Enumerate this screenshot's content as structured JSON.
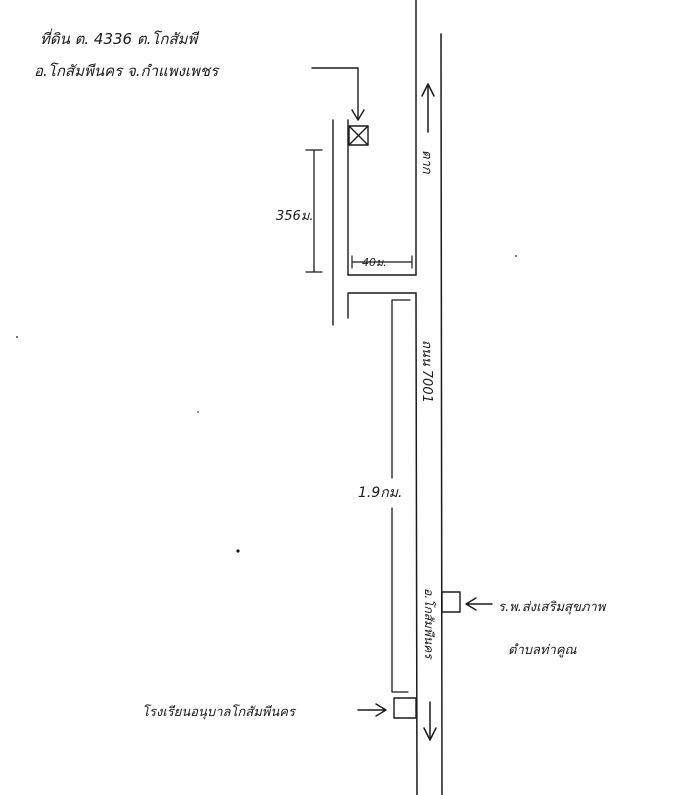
{
  "deed_note": {
    "line1": "ที่ดิน ต. 4336 ต.โกสัมพี",
    "line2": "อ.โกสัมพีนคร จ.กำแพงเพชร"
  },
  "measurements": {
    "plot_length": "356ม.",
    "frontage_width": "40ม.",
    "distance_to_school": "1.9กม."
  },
  "road": {
    "upper_label": "ตาก",
    "name": "ถนน 7001",
    "lower_label": "อ.โกสัมพีนคร"
  },
  "landmarks": {
    "health_center_line1": "ร.พ.ส่งเสริมสุขภาพ",
    "health_center_line2": "ตำบลท่าคูณ",
    "school": "โรงเรียนอนุบาลโกสัมพีนคร"
  },
  "colors": {
    "ink": "#1a1a1a",
    "paper": "#ffffff"
  }
}
